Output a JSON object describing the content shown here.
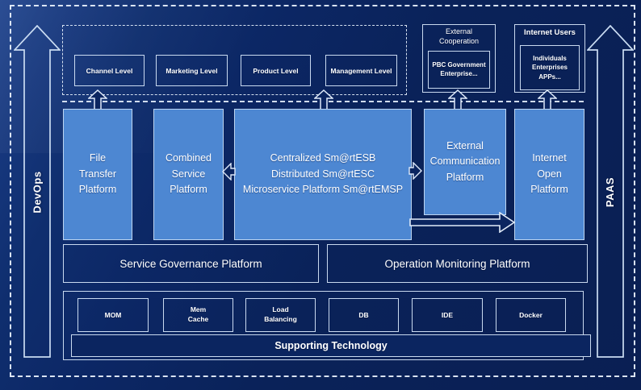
{
  "colors": {
    "background": "#0a2259",
    "platform_blue": "#4d87d2",
    "border_light": "#bdd5f1",
    "text": "#ffffff"
  },
  "rails": {
    "left_label": "DevOps",
    "right_label": "PAAS"
  },
  "levels": {
    "items": [
      {
        "label": "Channel Level"
      },
      {
        "label": "Marketing Level"
      },
      {
        "label": "Product Level"
      },
      {
        "label": "Management Level"
      }
    ]
  },
  "external_cooperation": {
    "title": "External Cooperation",
    "members": "PBC Government Enterprise..."
  },
  "internet_users": {
    "title": "Internet Users",
    "members": "Individuals Enterprises APPs..."
  },
  "platforms": {
    "file_transfer": "File Transfer Platform",
    "combined_service": "Combined Service Platform",
    "central": {
      "line1": "Centralized Sm@rtESB",
      "line2": "Distributed Sm@rtESC",
      "line3": "Microservice Platform Sm@rtEMSP"
    },
    "external_communication": "External Communication Platform",
    "internet_open": "Internet Open Platform"
  },
  "governance": {
    "service": "Service Governance Platform",
    "operation": "Operation Monitoring Platform"
  },
  "supporting": {
    "title": "Supporting Technology",
    "items": [
      {
        "label": "MOM"
      },
      {
        "label": "Mem Cache"
      },
      {
        "label": "Load Balancing"
      },
      {
        "label": "DB"
      },
      {
        "label": "IDE"
      },
      {
        "label": "Docker"
      }
    ]
  }
}
